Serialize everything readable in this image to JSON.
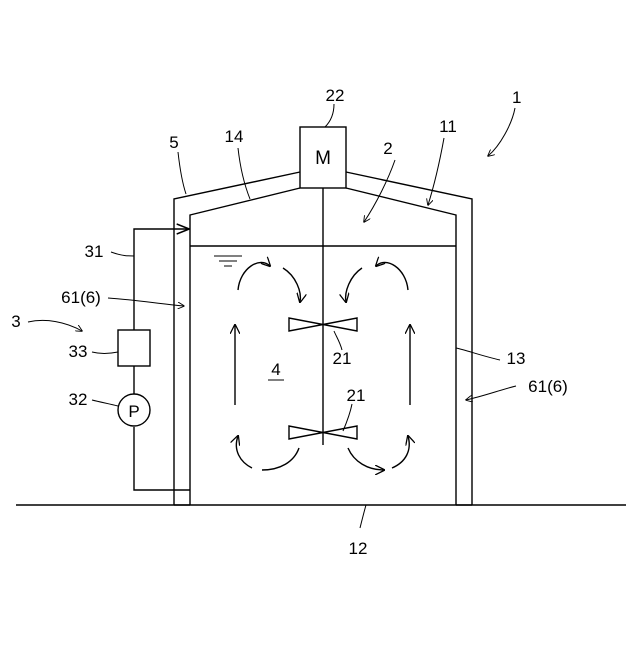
{
  "diagram": {
    "labels": {
      "apparatus": "1",
      "tank_interior": "2",
      "circulation_system": "3",
      "liquid": "4",
      "insulation_cover": "5",
      "jacket_left": "61(6)",
      "jacket_right": "61(6)",
      "tank_top_wall": "11",
      "floor": "12",
      "tank_side_wall": "13",
      "tank_roof": "14",
      "impeller_upper": "21",
      "impeller_lower": "21",
      "motor_ref": "22",
      "circulation_pipe": "31",
      "pump_ref": "32",
      "heat_exchanger": "33"
    },
    "motor_symbol": "M",
    "pump_symbol": "P"
  }
}
